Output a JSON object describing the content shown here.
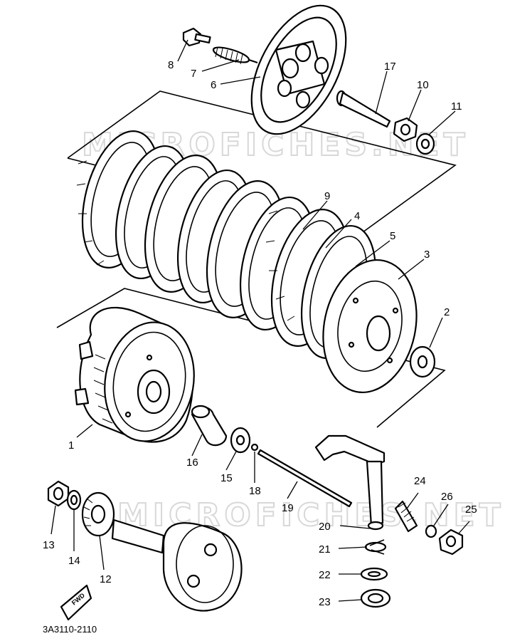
{
  "diagram": {
    "watermark": "MICROFICHES.NET",
    "drawing_code": "3A3110-2110",
    "direction_marker": "FWD",
    "callouts": [
      {
        "id": "c1",
        "label": "1",
        "part": "primary driven gear / clutch housing"
      },
      {
        "id": "c2",
        "label": "2",
        "part": "thrust washer"
      },
      {
        "id": "c3",
        "label": "3",
        "part": "clutch boss"
      },
      {
        "id": "c4",
        "label": "4",
        "part": "clutch plate"
      },
      {
        "id": "c5",
        "label": "5",
        "part": "friction plate"
      },
      {
        "id": "c6",
        "label": "6",
        "part": "pressure plate"
      },
      {
        "id": "c7",
        "label": "7",
        "part": "clutch spring"
      },
      {
        "id": "c8",
        "label": "8",
        "part": "bolt"
      },
      {
        "id": "c9",
        "label": "9",
        "part": "friction plate"
      },
      {
        "id": "c10",
        "label": "10",
        "part": "nut"
      },
      {
        "id": "c11",
        "label": "11",
        "part": "lock washer"
      },
      {
        "id": "c12",
        "label": "12",
        "part": "primary drive gear"
      },
      {
        "id": "c13",
        "label": "13",
        "part": "nut"
      },
      {
        "id": "c14",
        "label": "14",
        "part": "washer"
      },
      {
        "id": "c15",
        "label": "15",
        "part": "thrust washer"
      },
      {
        "id": "c16",
        "label": "16",
        "part": "spacer"
      },
      {
        "id": "c17",
        "label": "17",
        "part": "push rod"
      },
      {
        "id": "c18",
        "label": "18",
        "part": "ball"
      },
      {
        "id": "c19",
        "label": "19",
        "part": "push rod"
      },
      {
        "id": "c20",
        "label": "20",
        "part": "push lever shaft"
      },
      {
        "id": "c21",
        "label": "21",
        "part": "spring"
      },
      {
        "id": "c22",
        "label": "22",
        "part": "washer"
      },
      {
        "id": "c23",
        "label": "23",
        "part": "oil seal"
      },
      {
        "id": "c24",
        "label": "24",
        "part": "adjust screw"
      },
      {
        "id": "c25",
        "label": "25",
        "part": "nut"
      },
      {
        "id": "c26",
        "label": "26",
        "part": "o-ring"
      }
    ]
  }
}
